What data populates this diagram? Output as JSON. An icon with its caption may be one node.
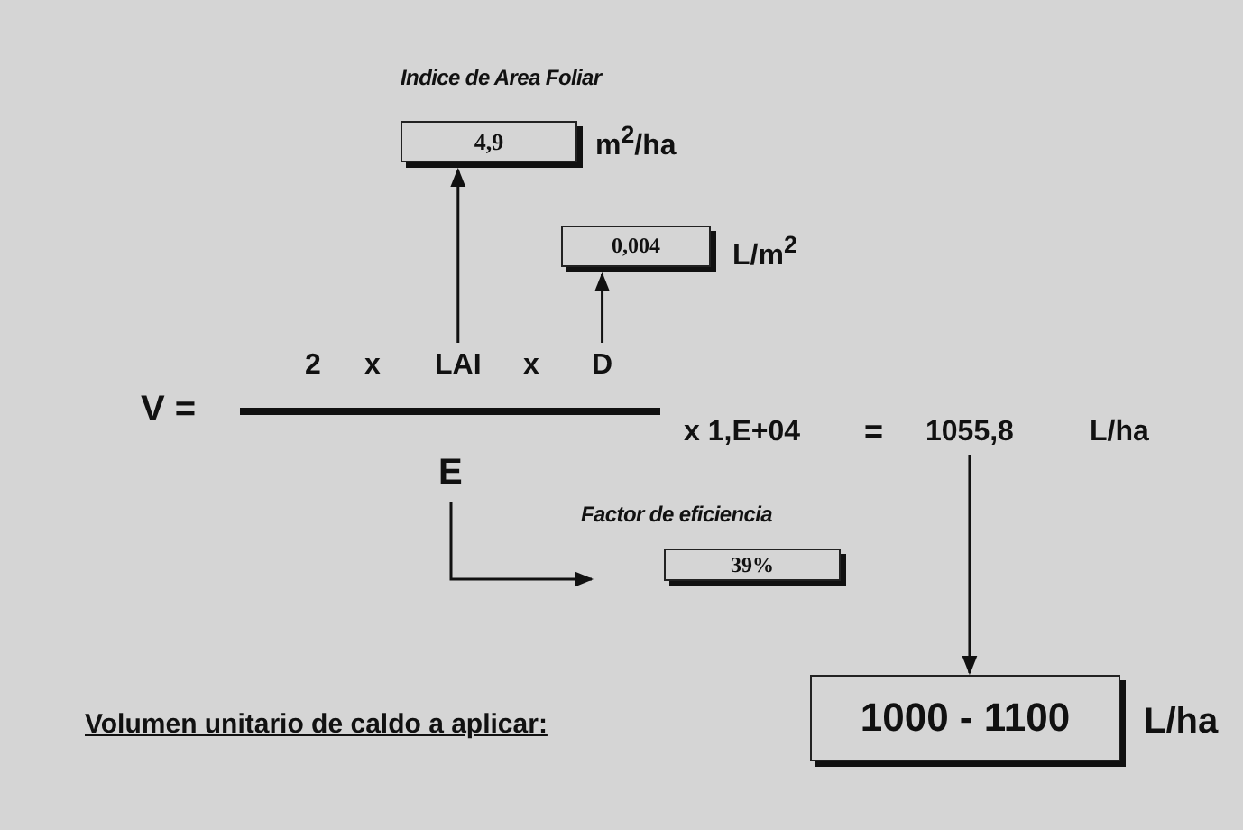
{
  "diagram": {
    "nodes": [
      {
        "text": [
          "Indice de Area Foliar",
          "4,9"
        ],
        "beside": [
          "m$^{2}$/ha"
        ]
      },
      {
        "text": [
          "0,004"
        ],
        "beside": [
          "L/m$^{2}$"
        ]
      },
      {
        "text": [
          "LAI"
        ]
      },
      {
        "text": [
          "D"
        ]
      },
      {
        "text": [
          "E"
        ]
      },
      {
        "text": [
          "Factor de eficiencia",
          "39%"
        ]
      },
      {
        "text": [
          "1055,8"
        ]
      },
      {
        "text": [
          "1000 - 1100"
        ],
        "beside": [
          "L/ha"
        ]
      }
    ],
    "edges": [
      {
        "from": 2,
        "to": 0,
        "arrow": "to"
      },
      {
        "from": 3,
        "to": 1,
        "arrow": "to"
      },
      {
        "from": 4,
        "to": 5,
        "arrow": "to"
      },
      {
        "from": 6,
        "to": 7,
        "arrow": "to"
      }
    ],
    "labels": [
      "2",
      "x",
      "x",
      "V =",
      "x 1,E+04",
      "=",
      "L/ha",
      "Volumen unitario de caldo a aplicar:"
    ]
  }
}
